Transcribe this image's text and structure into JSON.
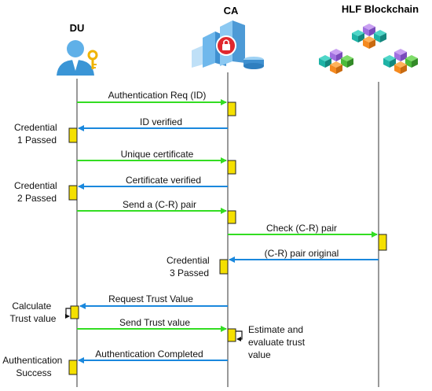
{
  "actors": {
    "du": {
      "label": "DU",
      "icon": "user-key-icon"
    },
    "ca": {
      "label": "CA",
      "icon": "certificate-authority-server-icon"
    },
    "hlf": {
      "label": "HLF Blockchain",
      "icon": "blockchain-cubes-icon"
    }
  },
  "colors": {
    "request_arrow": "#33dd22",
    "response_arrow": "#1a88dd",
    "activation_box": "#f5e000",
    "lifeline": "#333333"
  },
  "messages": [
    {
      "id": "auth-req",
      "text": "Authentication Req (ID)",
      "from": "du",
      "to": "ca",
      "kind": "request"
    },
    {
      "id": "id-verified",
      "text": "ID verified",
      "from": "ca",
      "to": "du",
      "kind": "response"
    },
    {
      "id": "unique-cert",
      "text": "Unique certificate",
      "from": "du",
      "to": "ca",
      "kind": "request"
    },
    {
      "id": "cert-verified",
      "text": "Certificate verified",
      "from": "ca",
      "to": "du",
      "kind": "response"
    },
    {
      "id": "send-cr",
      "text": "Send a (C-R) pair",
      "from": "du",
      "to": "ca",
      "kind": "request"
    },
    {
      "id": "check-cr",
      "text": "Check (C-R) pair",
      "from": "ca",
      "to": "hlf",
      "kind": "request"
    },
    {
      "id": "cr-original",
      "text": "(C-R) pair original",
      "from": "hlf",
      "to": "ca",
      "kind": "response"
    },
    {
      "id": "req-trust",
      "text": "Request Trust Value",
      "from": "ca",
      "to": "du",
      "kind": "response"
    },
    {
      "id": "send-trust",
      "text": "Send Trust value",
      "from": "du",
      "to": "ca",
      "kind": "request"
    },
    {
      "id": "auth-completed",
      "text": "Authentication Completed",
      "from": "ca",
      "to": "du",
      "kind": "response"
    }
  ],
  "notes": [
    {
      "id": "credential-1",
      "lines": [
        "Credential",
        "1 Passed"
      ]
    },
    {
      "id": "credential-2",
      "lines": [
        "Credential",
        "2 Passed"
      ]
    },
    {
      "id": "credential-3",
      "lines": [
        "Credential",
        "3 Passed"
      ]
    },
    {
      "id": "calculate-trust",
      "lines": [
        "Calculate",
        "Trust value"
      ]
    },
    {
      "id": "estimate-trust",
      "lines": [
        "Estimate and",
        "evaluate trust",
        "value"
      ]
    },
    {
      "id": "auth-success",
      "lines": [
        "Authentication",
        "Success"
      ]
    }
  ]
}
